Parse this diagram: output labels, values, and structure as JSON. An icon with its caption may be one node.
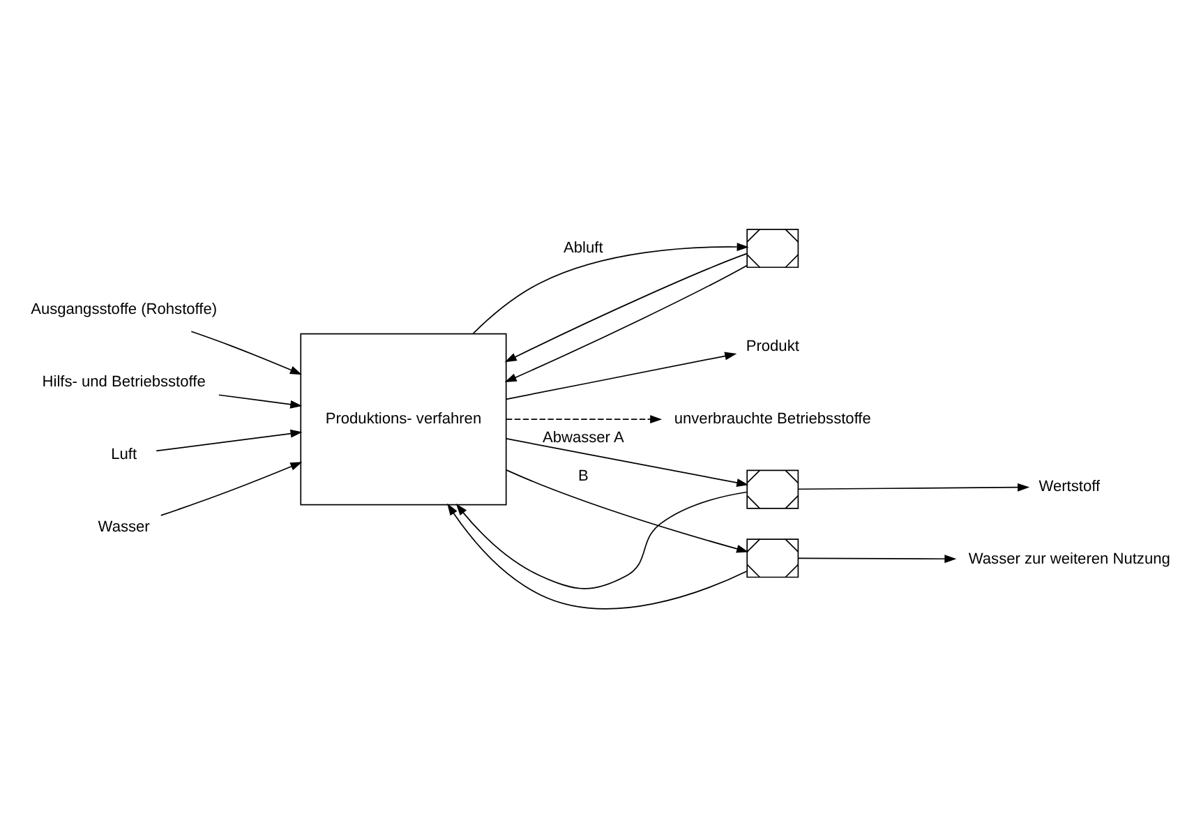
{
  "diagram": {
    "nodes": [
      {
        "text": [],
        "shape": "box"
      },
      {
        "text": [
          "Produktions- verfahren"
        ]
      },
      {
        "text": [
          "Ausgangsstoffe (Rohstoffe)"
        ]
      },
      {
        "text": [
          "Hilfs- und Betriebsstoffe"
        ]
      },
      {
        "text": [
          "Luft"
        ]
      },
      {
        "text": [
          "Wasser"
        ]
      },
      {
        "text": [
          "Produkt"
        ]
      },
      {
        "text": [
          "unverbrauchte Betriebsstoffe"
        ]
      },
      {
        "text": [],
        "shape": "box"
      },
      {
        "text": [],
        "shape": "box"
      },
      {
        "text": [
          "Wertstoff"
        ]
      },
      {
        "text": [
          "Wasser zur weiteren Nutzung"
        ]
      }
    ],
    "edges": [
      {
        "from": 1,
        "to": 0,
        "arrow": "to",
        "label": "Abluft"
      },
      {
        "from": 0,
        "to": 1,
        "arrow": "to"
      },
      {
        "from": 0,
        "to": 1,
        "arrow": "to"
      },
      {
        "from": 2,
        "to": 1,
        "arrow": "to"
      },
      {
        "from": 3,
        "to": 1,
        "arrow": "to"
      },
      {
        "from": 4,
        "to": 1,
        "arrow": "to"
      },
      {
        "from": 5,
        "to": 1,
        "arrow": "to"
      },
      {
        "from": 1,
        "to": 6,
        "arrow": "to"
      },
      {
        "from": 1,
        "to": 7,
        "arrow": "to",
        "style": "dashed"
      },
      {
        "from": 1,
        "to": 8,
        "arrow": "to",
        "label": "Abwasser A"
      },
      {
        "from": 8,
        "to": 1,
        "arrow": "to"
      },
      {
        "from": 8,
        "to": 10,
        "arrow": "to"
      },
      {
        "from": 1,
        "to": 9,
        "arrow": "to",
        "label": "B"
      },
      {
        "from": 9,
        "to": 1,
        "arrow": "to"
      },
      {
        "from": 9,
        "to": 11,
        "arrow": "to"
      }
    ]
  }
}
